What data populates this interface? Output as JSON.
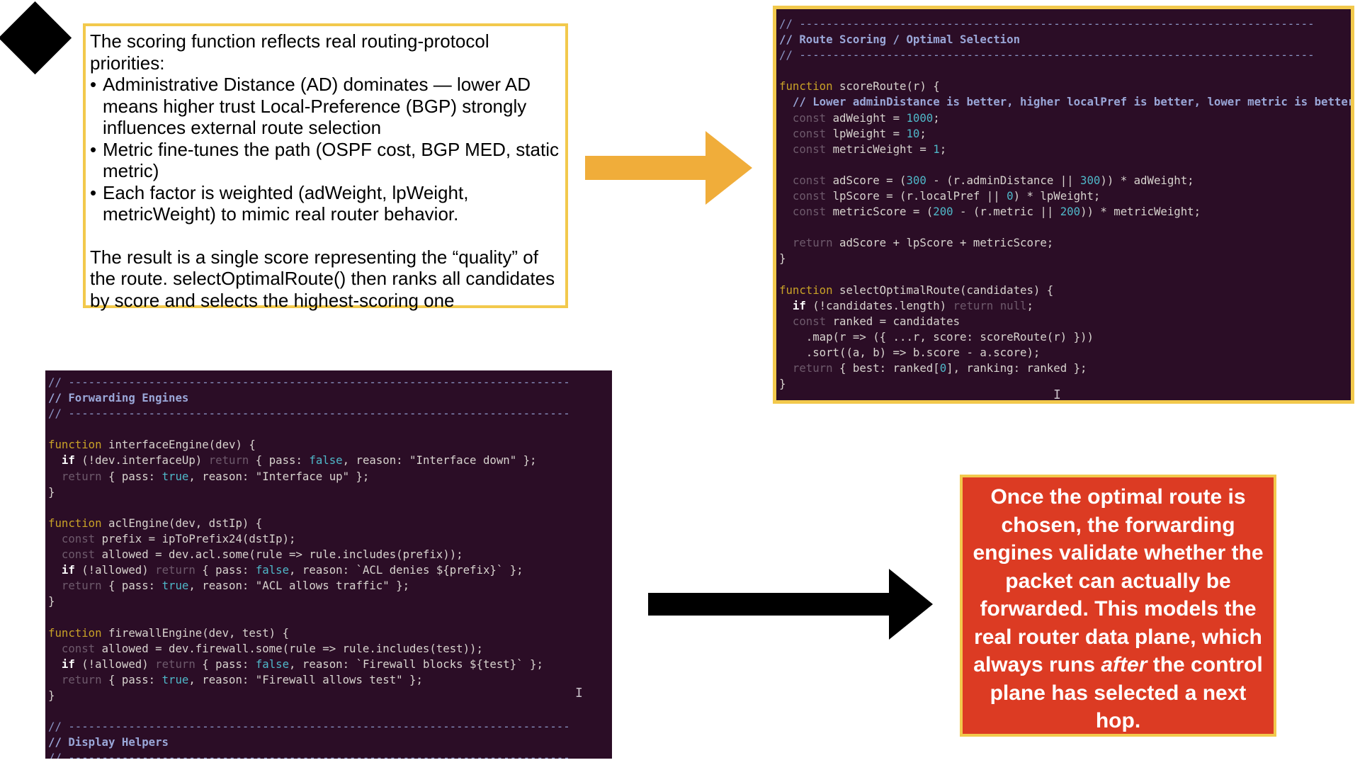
{
  "explanation": {
    "intro": "The scoring function reflects real routing-protocol priorities:",
    "bullets": [
      "Administrative Distance (AD) dominates — lower AD means higher trust Local-Preference (BGP) strongly influences external route selection",
      "Metric fine-tunes the path (OSPF cost, BGP MED, static metric)",
      "Each factor is weighted (adWeight, lpWeight, metricWeight) to mimic real router behavior."
    ],
    "summary": "The result is a single score representing the “quality” of the route. selectOptimalRoute() then ranks all candidates by score and selects the highest-scoring one"
  },
  "route_scoring_code": {
    "divider": "// -----------------------------------------------------------------------------",
    "header": "// Route Scoring / Optimal Selection",
    "lines": {
      "l1": "function",
      "l1b": " scoreRoute(r) {",
      "l2": "  // Lower adminDistance is better, higher localPref is better, lower metric is better",
      "l3a": "  const",
      "l3b": " adWeight = ",
      "l3c": "1000",
      "l4a": "  const",
      "l4b": " lpWeight = ",
      "l4c": "10",
      "l5a": "  const",
      "l5b": " metricWeight = ",
      "l5c": "1",
      "l6a": "  const",
      "l6b": " adScore = (",
      "l6c": "300",
      "l6d": " - (r.adminDistance || ",
      "l6e": "300",
      "l6f": ")) * adWeight;",
      "l7a": "  const",
      "l7b": " lpScore = (r.localPref || ",
      "l7c": "0",
      "l7d": ") * lpWeight;",
      "l8a": "  const",
      "l8b": " metricScore = (",
      "l8c": "200",
      "l8d": " - (r.metric || ",
      "l8e": "200",
      "l8f": ")) * metricWeight;",
      "l9a": "  return",
      "l9b": " adScore + lpScore + metricScore;",
      "l10": "}",
      "l11a": "function",
      "l11b": " selectOptimalRoute(candidates) {",
      "l12a": "  if",
      "l12b": " (!candidates.length) ",
      "l12c": "return null",
      "l12d": ";",
      "l13a": "  const",
      "l13b": " ranked = candidates",
      "l14": "    .map(r => ({ ...r, score: scoreRoute(r) }))",
      "l15": "    .sort((a, b) => b.score - a.score);",
      "l16a": "  return",
      "l16b": " { best: ranked[",
      "l16c": "0",
      "l16d": "], ranking: ranked };",
      "l17": "}"
    }
  },
  "forwarding_code": {
    "divider": "// ---------------------------------------------------------------------------",
    "header": "// Forwarding Engines",
    "footer_header": "// Display Helpers",
    "lines": {
      "f1a": "function",
      "f1b": " interfaceEngine(dev) {",
      "f2a": "  if",
      "f2b": " (!dev.interfaceUp) ",
      "f2c": "return",
      "f2d": " { pass: ",
      "f2e": "false",
      "f2f": ", reason: \"Interface down\" };",
      "f3a": "  return",
      "f3b": " { pass: ",
      "f3c": "true",
      "f3d": ", reason: \"Interface up\" };",
      "f4": "}",
      "f5a": "function",
      "f5b": " aclEngine(dev, dstIp) {",
      "f6a": "  const",
      "f6b": " prefix = ipToPrefix24(dstIp);",
      "f7a": "  const",
      "f7b": " allowed = dev.acl.some(rule => rule.includes(prefix));",
      "f8a": "  if",
      "f8b": " (!allowed) ",
      "f8c": "return",
      "f8d": " { pass: ",
      "f8e": "false",
      "f8f": ", reason: `ACL denies ${prefix}` };",
      "f9a": "  return",
      "f9b": " { pass: ",
      "f9c": "true",
      "f9d": ", reason: \"ACL allows traffic\" };",
      "f10": "}",
      "f11a": "function",
      "f11b": " firewallEngine(dev, test) {",
      "f12a": "  const",
      "f12b": " allowed = dev.firewall.some(rule => rule.includes(test));",
      "f13a": "  if",
      "f13b": " (!allowed) ",
      "f13c": "return",
      "f13d": " { pass: ",
      "f13e": "false",
      "f13f": ", reason: `Firewall blocks ${test}` };",
      "f14a": "  return",
      "f14b": " { pass: ",
      "f14c": "true",
      "f14d": ", reason: \"Firewall allows test\" };",
      "f15": "}"
    }
  },
  "forwarding_note": {
    "part1": "Once the optimal route is chosen, the forwarding engines validate whether the packet can actually be forwarded. This models the real router ",
    "bold": "data plane",
    "part2": ", which always runs ",
    "italic": "after",
    "part3": " the control plane has selected a next hop."
  },
  "colors": {
    "code_background": "#2b0d26",
    "highlight_border": "#f2c94c",
    "orange_arrow": "#f0ad3a",
    "black_arrow": "#000000",
    "note_background": "#dc3b23"
  }
}
